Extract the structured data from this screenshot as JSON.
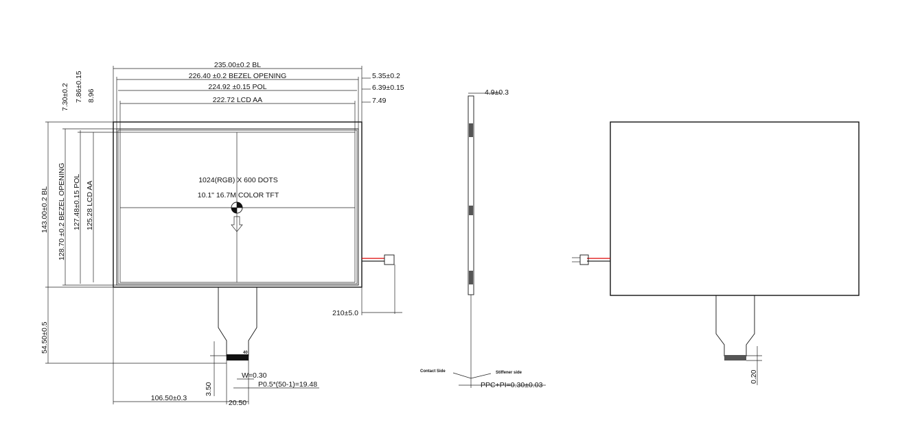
{
  "front_view": {
    "dim_bl_width": "235.00±0.2 BL",
    "dim_bezel_width": "226.40 ±0.2 BEZEL OPENING",
    "dim_pol_width": "224.92 ±0.15 POL",
    "dim_aa_width": "222.72 LCD AA",
    "dim_right_1": "5.35±0.2",
    "dim_right_2": "6.39±0.15",
    "dim_right_3": "7.49",
    "dim_left_top_1": "7.30±0.2",
    "dim_left_top_2": "7.86±0.15",
    "dim_left_top_3": "8.96",
    "dim_bl_height": "143.00±0.2 BL",
    "dim_bezel_height": "128.70 ±0.2 BEZEL OPENING",
    "dim_pol_height": "127.48±0.15 POL",
    "dim_aa_height": "125.28 LCD AA",
    "resolution_label": "1024(RGB) X 600 DOTS",
    "panel_label": "10.1\" 16.7M COLOR TFT",
    "cable_length": "210±5.0",
    "fpc_length": "54.50±0.5",
    "pin_marker": "40",
    "fpc_width_w": "W=0.30",
    "fpc_pitch": "P0.5*(50-1)=19.48",
    "fpc_offset": "3.50",
    "fpc_left_offset": "106.50±0.3",
    "fpc_total_width": "20.50"
  },
  "side_view": {
    "thickness": "4.9±0.3",
    "contact_side": "Contact Side",
    "stiffener_side": "Stiffener side",
    "ppc_pi": "PPC+PI=0.30±0.03"
  },
  "rear_view": {
    "fpc_dim": "0.20"
  }
}
